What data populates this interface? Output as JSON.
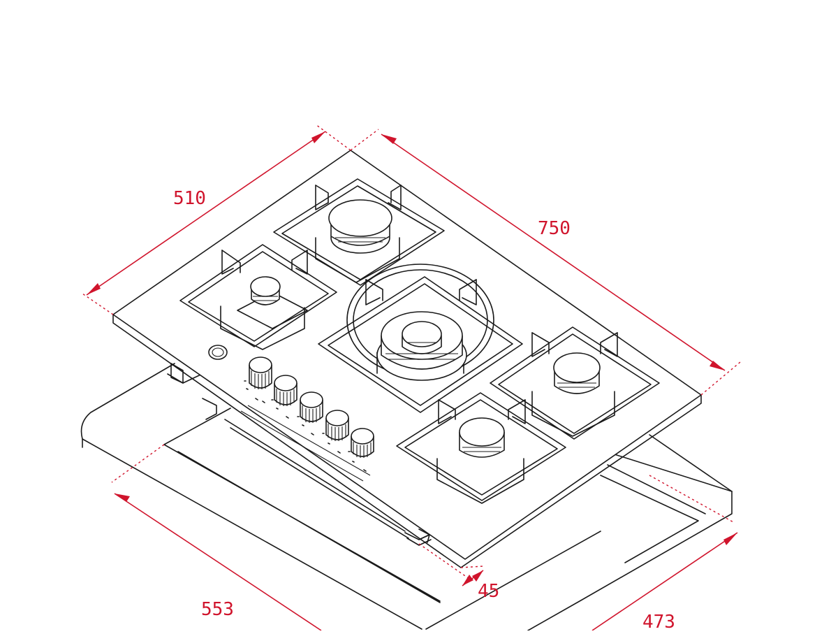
{
  "drawing": {
    "subject": "gas hob with 5 burners",
    "colors": {
      "ink": "#1a1a1a",
      "dimension": "#d0142c",
      "background": "#ffffff"
    }
  },
  "dimensions": {
    "depth_top": "510",
    "width_top": "750",
    "cutout_depth": "473",
    "cutout_width": "553",
    "height": "45"
  }
}
